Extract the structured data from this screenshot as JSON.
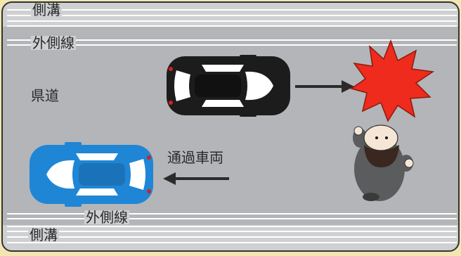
{
  "labels": {
    "gutter_top": "側溝",
    "edge_line_top": "外側線",
    "road_name": "県道",
    "passing_vehicle": "通過車両",
    "edge_line_bottom": "外側線",
    "gutter_bottom": "側溝"
  },
  "colors": {
    "frame_bg": "#f3e6b3",
    "road": "#b3b5b8",
    "gutter": "#cfd0d2",
    "line": "#ffffff",
    "black_car": "#1c1c1c",
    "blue_car": "#1f86d6",
    "impact": "#ee2b1c",
    "arrow": "#2b2b2b"
  },
  "icons": [
    "black-car-icon",
    "blue-car-icon",
    "impact-burst-icon",
    "pedestrian-icon",
    "arrow-right-icon",
    "arrow-left-icon"
  ]
}
